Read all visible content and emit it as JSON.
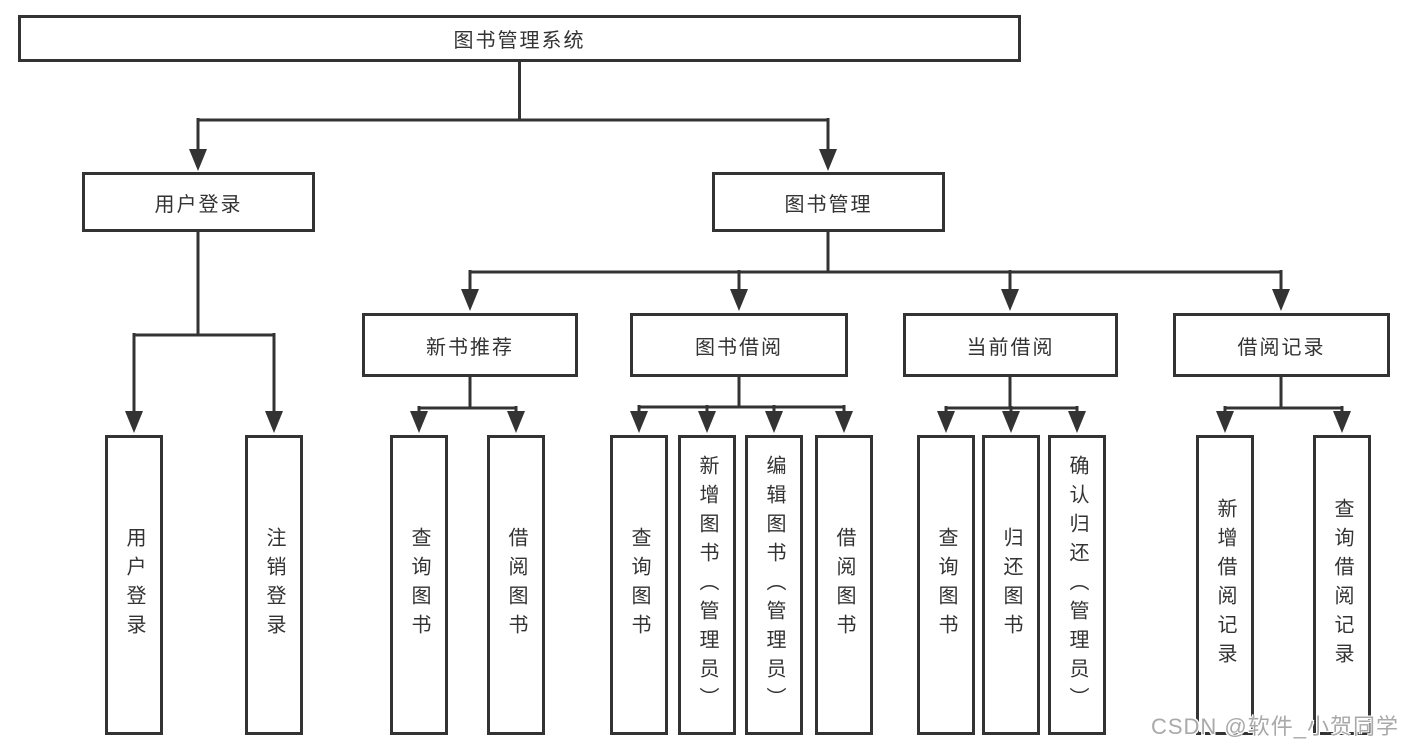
{
  "diagram": {
    "root": {
      "label": "图书管理系统"
    },
    "branches": [
      {
        "label": "用户登录",
        "children": [
          {
            "label": "用户登录"
          },
          {
            "label": "注销登录"
          }
        ]
      },
      {
        "label": "图书管理",
        "children": [
          {
            "label": "新书推荐",
            "children": [
              {
                "label": "查询图书"
              },
              {
                "label": "借阅图书"
              }
            ]
          },
          {
            "label": "图书借阅",
            "children": [
              {
                "label": "查询图书"
              },
              {
                "label": "新增图书（管理员）"
              },
              {
                "label": "编辑图书（管理员）"
              },
              {
                "label": "借阅图书"
              }
            ]
          },
          {
            "label": "当前借阅",
            "children": [
              {
                "label": "查询图书"
              },
              {
                "label": "归还图书"
              },
              {
                "label": "确认归还（管理员）"
              }
            ]
          },
          {
            "label": "借阅记录",
            "children": [
              {
                "label": "新增借阅记录"
              },
              {
                "label": "查询借阅记录"
              }
            ]
          }
        ]
      }
    ]
  },
  "watermark": {
    "text": "CSDN @软件_小贺同学"
  },
  "colors": {
    "line": "#333333",
    "box_border": "#333333",
    "box_background": "#ffffff",
    "text": "#333333",
    "watermark": "#a9a9a9"
  }
}
